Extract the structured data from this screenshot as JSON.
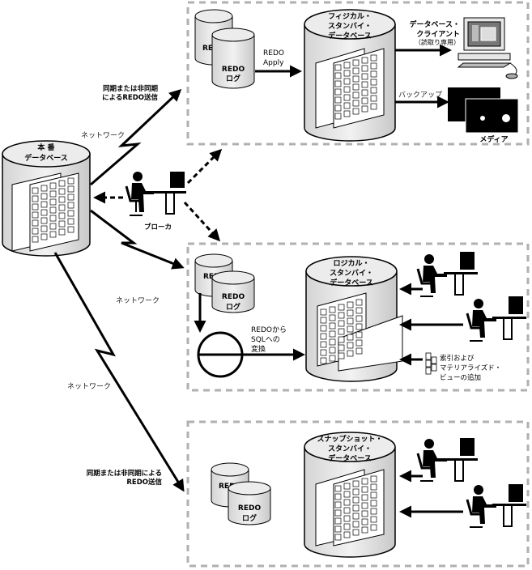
{
  "diagram": {
    "primary_db": {
      "line1": "本 番",
      "line2": "データベース"
    },
    "network_label": "ネットワーク",
    "sync_label_top": {
      "line1": "同期または非同期",
      "line2": "によるREDO送信"
    },
    "sync_label_bottom": {
      "line1": "同期または非同期による",
      "line2": "REDO送信"
    },
    "broker_label": "ブローカ",
    "redo_log": {
      "line1": "REDO",
      "line2": "ログ"
    },
    "physical": {
      "db": {
        "line1": "フィジカル・",
        "line2": "スタンバイ・",
        "line3": "データベース"
      },
      "apply": {
        "line1": "REDO",
        "line2": "Apply"
      },
      "client": {
        "line1": "データベース・",
        "line2": "クライアント",
        "line3": "（読取り専用）"
      },
      "backup_label": "バックアップ",
      "media_label": "メディア"
    },
    "logical": {
      "db": {
        "line1": "ロジカル・",
        "line2": "スタンバイ・",
        "line3": "データベース"
      },
      "transform": {
        "line1": "REDOから",
        "line2": "SQLへの",
        "line3": "変換"
      },
      "index_note": {
        "line1": "索引および",
        "line2": "マテリアライズド・",
        "line3": "ビューの追加"
      }
    },
    "snapshot": {
      "db": {
        "line1": "スナップショット・",
        "line2": "スタンバイ・",
        "line3": "データベース"
      }
    }
  },
  "colors": {
    "dash": "#b0b0b0",
    "cyl_fill": "#e4e4e4",
    "cyl_top": "#ececec",
    "ink": "#000000"
  }
}
